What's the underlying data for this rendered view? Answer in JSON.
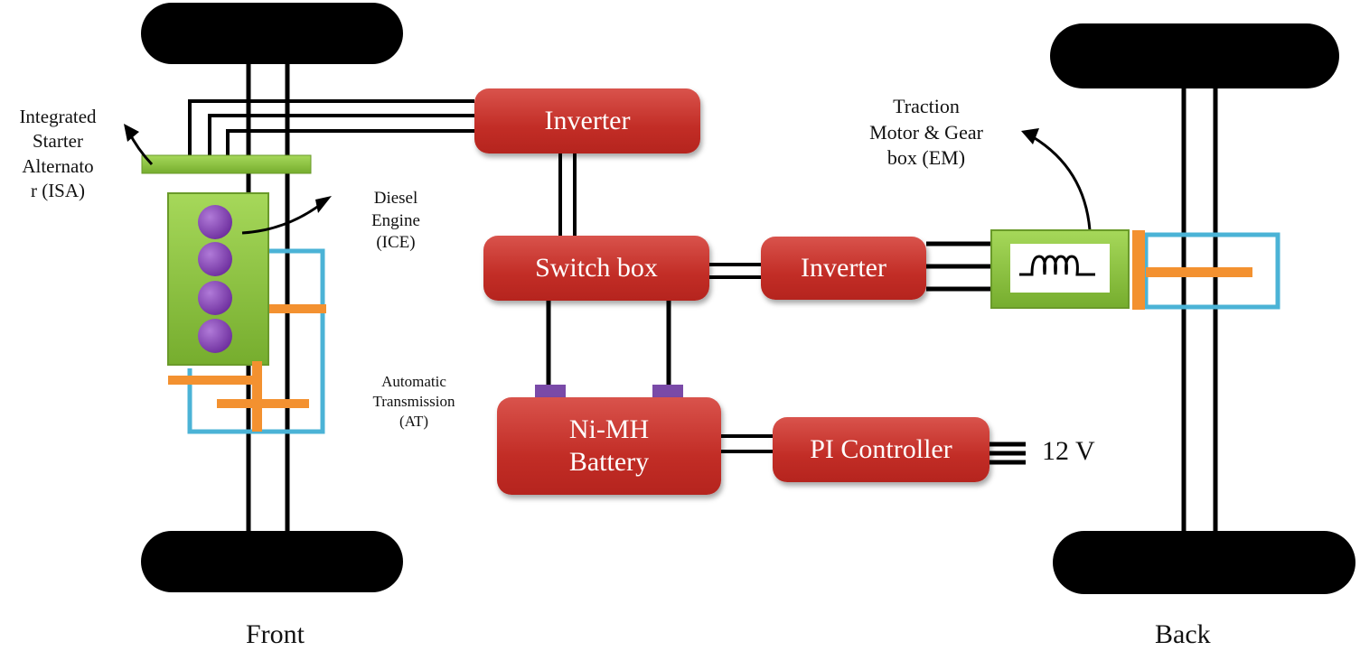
{
  "boxes": {
    "inverter_top": "Inverter",
    "switch_box": "Switch box",
    "inverter_mid": "Inverter",
    "battery": "Ni-MH\nBattery",
    "pi_controller": "PI Controller"
  },
  "labels": {
    "isa": "Integrated\nStarter\nAlternato\nr (ISA)",
    "diesel": "Diesel\nEngine\n(ICE)",
    "transmission": "Automatic\nTransmission\n(AT)",
    "traction": "Traction\nMotor & Gear\nbox (EM)",
    "voltage": "12 V"
  },
  "captions": {
    "front": "Front",
    "back": "Back"
  },
  "colors": {
    "box_red": "#c8322b",
    "engine_green": "#8cc63f",
    "cylinder_purple": "#8a48b8",
    "transmission_blue": "#4bb3d6",
    "gear_orange": "#f39130",
    "wheel": "#000000"
  }
}
